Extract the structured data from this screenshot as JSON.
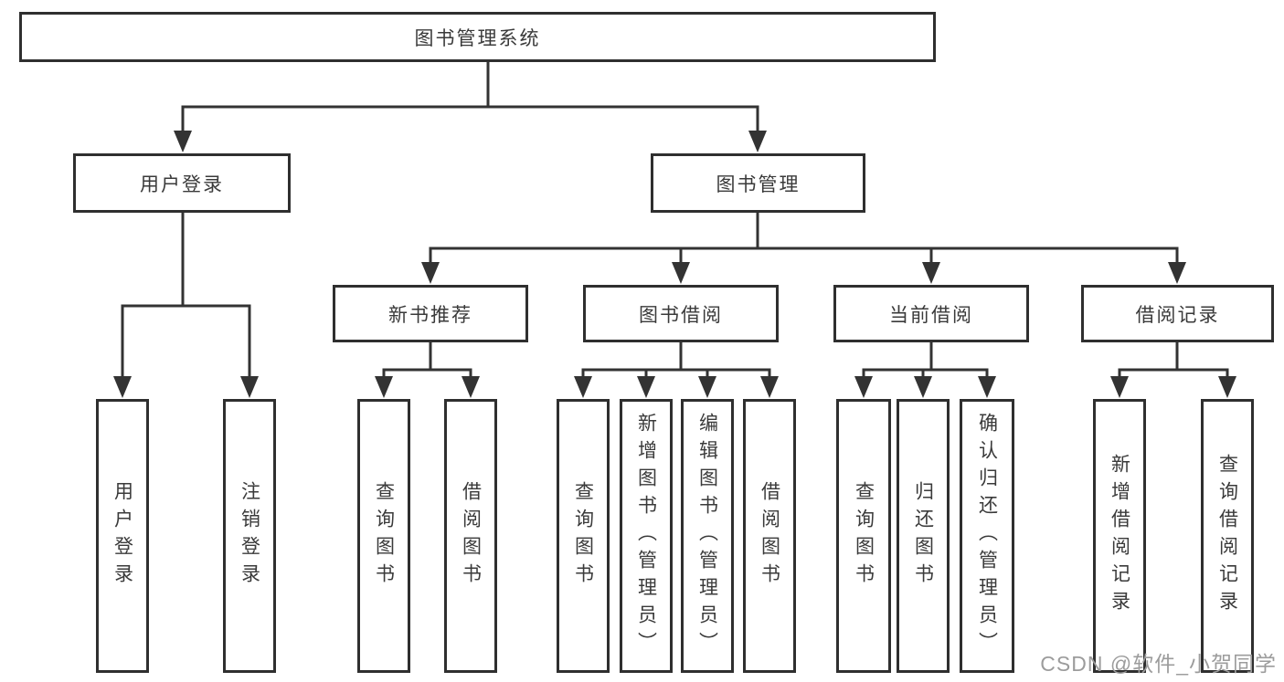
{
  "title": {
    "label": "图书管理系统"
  },
  "tree": {
    "user_login": {
      "label": "用户登录",
      "children": [
        "用户登录",
        "注销登录"
      ]
    },
    "book_mgmt": {
      "label": "图书管理",
      "groups": [
        {
          "label": "新书推荐",
          "children": [
            "查询图书",
            "借阅图书"
          ]
        },
        {
          "label": "图书借阅",
          "children": [
            "查询图书",
            "新增图书（管理员）",
            "编辑图书（管理员）",
            "借阅图书"
          ]
        },
        {
          "label": "当前借阅",
          "children": [
            "查询图书",
            "归还图书",
            "确认归还（管理员）"
          ]
        },
        {
          "label": "借阅记录",
          "children": [
            "新增借阅记录",
            "查询借阅记录"
          ]
        }
      ]
    }
  },
  "watermark": {
    "text": "CSDN @软件_小贺同学"
  },
  "colors": {
    "line": "#333333",
    "border": "#2f2f2f",
    "text": "#3a3a3a",
    "background": "#ffffff",
    "watermark": "#9c9c9c"
  }
}
